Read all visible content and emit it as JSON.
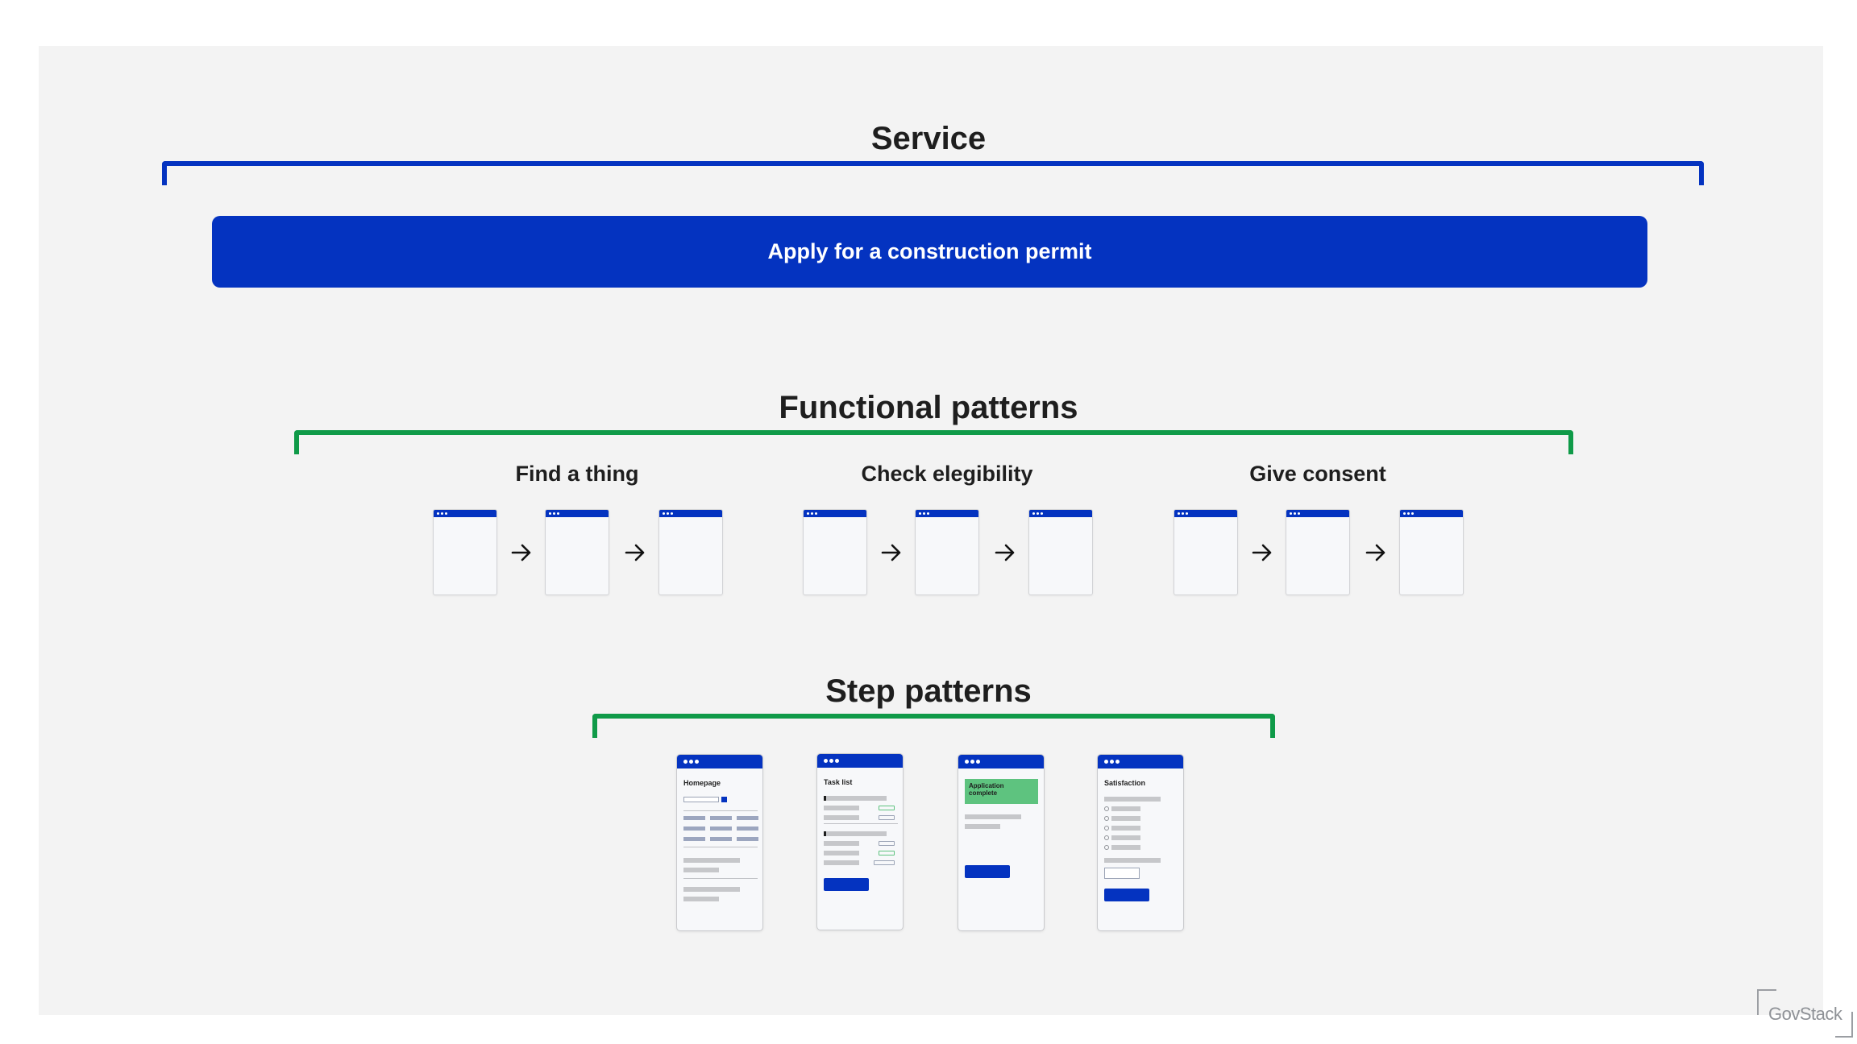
{
  "service": {
    "heading": "Service",
    "bar_label": "Apply for a construction permit",
    "color": "#0433c0"
  },
  "functional": {
    "heading": "Functional patterns",
    "color": "#0f9a48",
    "groups": [
      {
        "title": "Find a thing"
      },
      {
        "title": "Check elegibility"
      },
      {
        "title": "Give consent"
      }
    ]
  },
  "step": {
    "heading": "Step patterns",
    "color": "#0f9a48",
    "screens": [
      {
        "title": "Homepage"
      },
      {
        "title": "Task list"
      },
      {
        "title": "Application complete"
      },
      {
        "title": "Satisfaction"
      }
    ]
  },
  "logo": {
    "text": "GovStack"
  }
}
